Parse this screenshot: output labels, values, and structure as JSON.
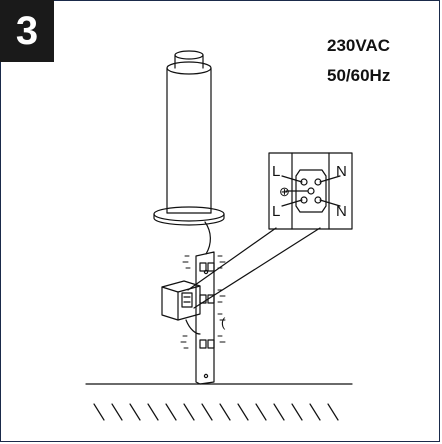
{
  "step": {
    "number": "3"
  },
  "specs": {
    "voltage": "230VAC",
    "frequency": "50/60Hz"
  },
  "terminal_block": {
    "top_left": "L",
    "top_right": "N",
    "bottom_left": "L",
    "bottom_right": "N",
    "earth_symbol": "⊕"
  },
  "annotations": {
    "clip_mark": "("
  },
  "colors": {
    "badge_background": "#1a1a1a",
    "badge_text": "#ffffff",
    "line": "#111111",
    "frame_border": "#1a2a4a"
  }
}
